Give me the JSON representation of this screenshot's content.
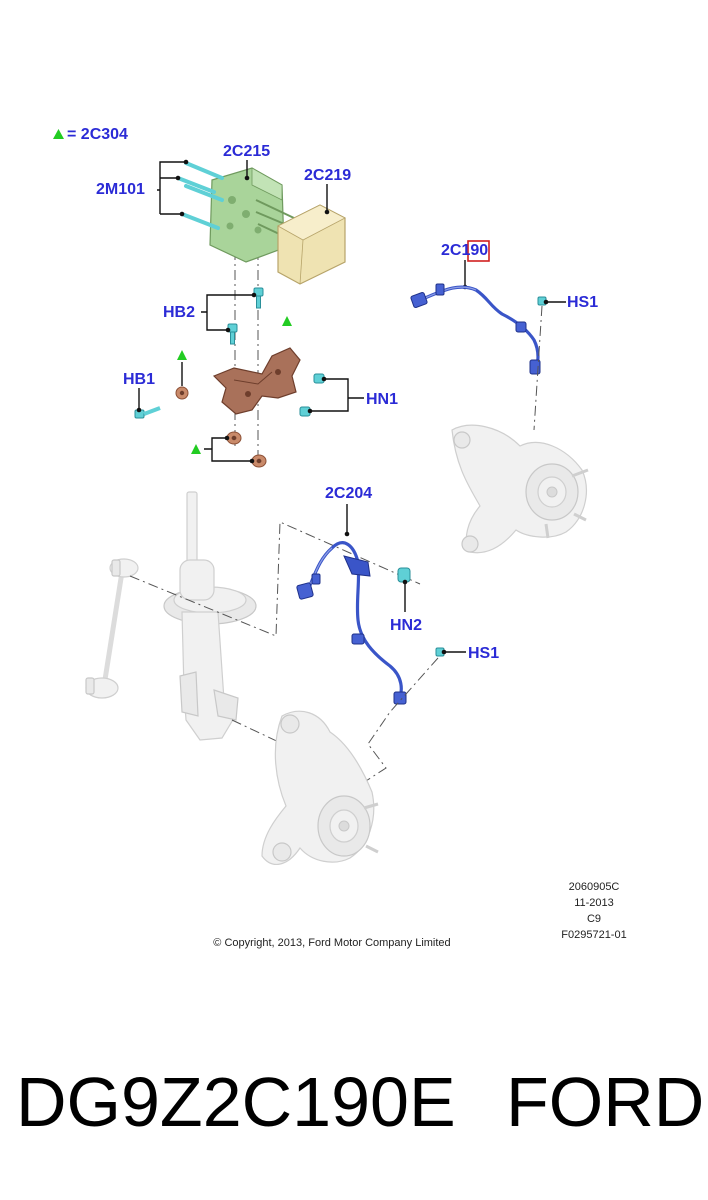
{
  "legend": {
    "symbol": "triangle-marker-icon",
    "text": "= 2C304"
  },
  "callouts": {
    "c2C215": "2C215",
    "c2C219": "2C219",
    "c2M101": "2M101",
    "c2C190": "2C190",
    "cHS1_top": "HS1",
    "cHB2": "HB2",
    "cHB1": "HB1",
    "cHN1": "HN1",
    "c2C204": "2C204",
    "cHN2": "HN2",
    "cHS1_bottom": "HS1"
  },
  "info_block": [
    "2060905C",
    "11-2013",
    "C9",
    "F0295721-01"
  ],
  "copyright": "© Copyright, 2013, Ford Motor Company Limited",
  "title": {
    "part_number": "DG9Z2C190E",
    "brand": "FORD"
  },
  "colors": {
    "callout": "#2b2bd6",
    "highlight_box": "#d11f1f",
    "triangle": "#22cc22",
    "harness": "#3a55c8",
    "abs_module": "#a9d49a",
    "control_unit": "#efe3b2",
    "bracket": "#8e5a45"
  }
}
